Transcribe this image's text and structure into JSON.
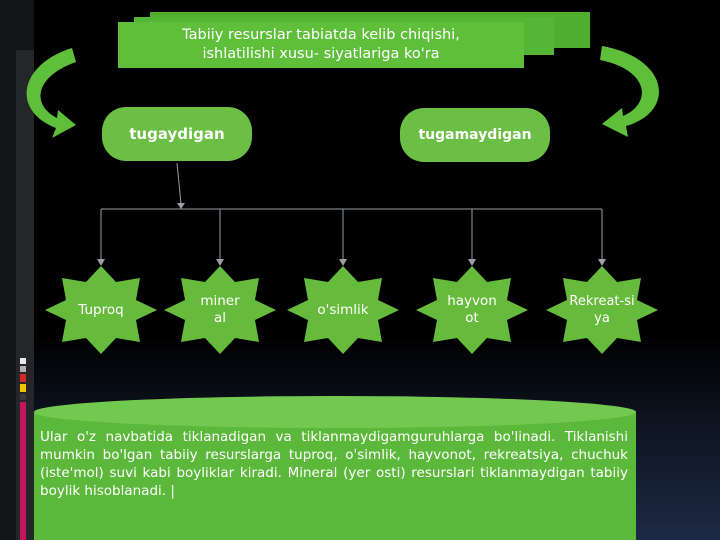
{
  "title_banner": {
    "line1": "Tabiiy resurslar tabiatda kelib chiqishi,",
    "line2": "ishlatilishi xusu- siyatlariga ko'ra"
  },
  "categories": {
    "left": "tugaydigan",
    "right": "tugamaydigan"
  },
  "items": [
    {
      "label": "Tuproq"
    },
    {
      "label": "mineral"
    },
    {
      "label": "o'simlik"
    },
    {
      "label": "hayvonot"
    },
    {
      "label": "Rekreat-siya"
    }
  ],
  "description": "Ular o'z navbatida tiklanadigan va tiklanmaydigamguruhlarga bo'linadi. Tiklanishi mumkin bo'lgan tabiiy resurslarga tuproq, o'simlik, hayvonot, rekreatsiya, chuchuk (iste'mol) suvi kabi boyliklar kiradi. Mineral (yer osti) resurslari tiklanmaydigan tabiiy boylik hisoblanadi. |",
  "colors": {
    "banner_green": "#5fbf3a",
    "pill_green": "#6bbf44",
    "star_green": "#66bb3c",
    "cylinder_green": "#5cb83a",
    "background": "#000000"
  },
  "side_bar_colors": [
    "#e9e9e9",
    "#b0b0b0",
    "#d62828",
    "#f2c500",
    "#3a3a3a",
    "#c2185b"
  ]
}
